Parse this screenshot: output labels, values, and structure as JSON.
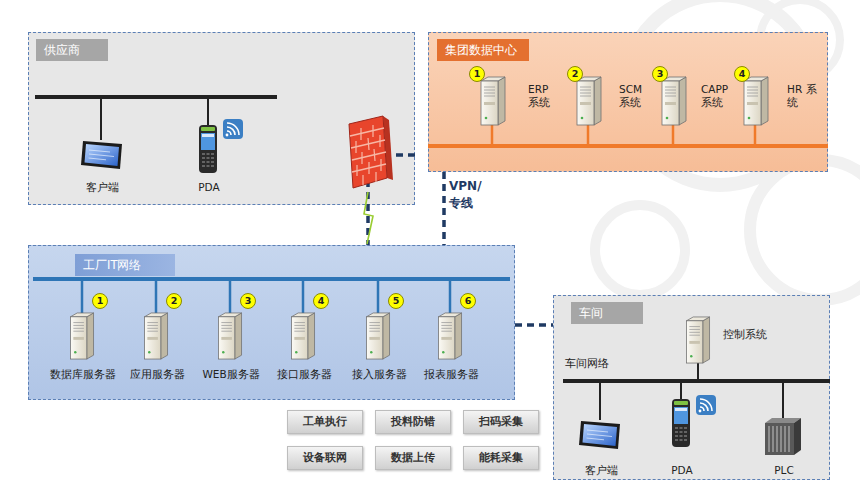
{
  "diagram": {
    "nodes": [
      {
        "text": [
          "供应商"
        ]
      },
      {
        "text": [
          "客户端"
        ],
        "in": 0
      },
      {
        "text": [
          "PDA"
        ],
        "in": 0
      },
      {
        "text": [
          "集团数据中心"
        ]
      },
      {
        "text": [
          "ERP 系统"
        ],
        "in": 3
      },
      {
        "text": [
          "SCM 系统"
        ],
        "in": 3
      },
      {
        "text": [
          "CAPP 系统"
        ],
        "in": 3
      },
      {
        "text": [
          "HR 系统"
        ],
        "in": 3
      },
      {
        "text": [
          "工厂IT网络"
        ]
      },
      {
        "text": [
          "数据库服务器"
        ],
        "in": 8
      },
      {
        "text": [
          "应用服务器"
        ],
        "in": 8
      },
      {
        "text": [
          "WEB服务器"
        ],
        "in": 8
      },
      {
        "text": [
          "接口服务器"
        ],
        "in": 8
      },
      {
        "text": [
          "接入服务器"
        ],
        "in": 8
      },
      {
        "text": [
          "报表服务器"
        ],
        "in": 8
      },
      {
        "text": [
          "车间"
        ]
      },
      {
        "text": [
          "控制系统"
        ],
        "in": 15
      },
      {
        "text": [
          "客户端"
        ],
        "in": 15
      },
      {
        "text": [
          "PDA"
        ],
        "in": 15
      },
      {
        "text": [
          "PLC"
        ],
        "in": 15
      },
      {
        "text": [
          "工单执行"
        ]
      },
      {
        "text": [
          "投料防错"
        ]
      },
      {
        "text": [
          "扫码采集"
        ]
      },
      {
        "text": [
          "设备联网"
        ]
      },
      {
        "text": [
          "数据上传"
        ]
      },
      {
        "text": [
          "能耗采集"
        ]
      }
    ],
    "edges": [
      {
        "from": 0,
        "to": 8,
        "arrow": "none"
      },
      {
        "from": 3,
        "to": 8,
        "label": "VPN/ 专线",
        "arrow": "none"
      },
      {
        "from": 8,
        "to": 15,
        "arrow": "none"
      }
    ],
    "labels": [
      "1",
      "2",
      "3",
      "4",
      "1",
      "2",
      "3",
      "4",
      "5",
      "6",
      "车间网络"
    ]
  }
}
